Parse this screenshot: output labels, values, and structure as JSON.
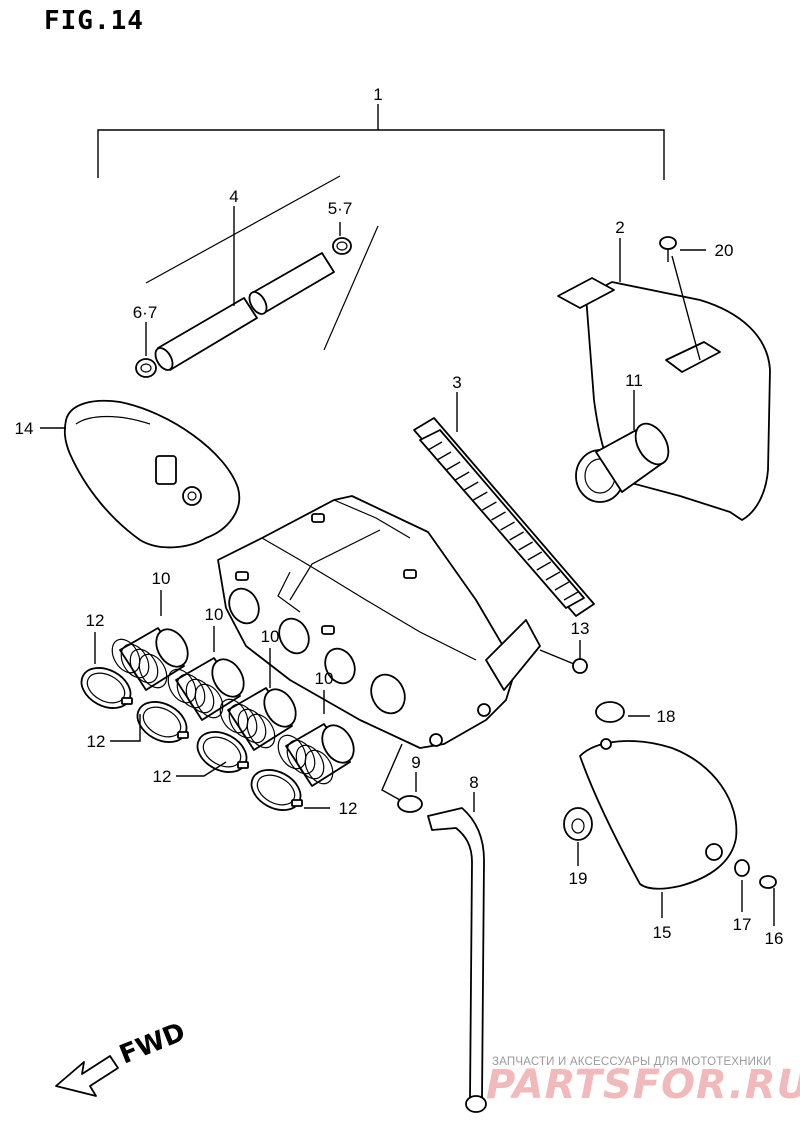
{
  "figure": {
    "title": "FIG.14",
    "direction_label": "FWD"
  },
  "callouts": [
    {
      "id": "c1",
      "text": "1"
    },
    {
      "id": "c2",
      "text": "2"
    },
    {
      "id": "c3",
      "text": "3"
    },
    {
      "id": "c4",
      "text": "4"
    },
    {
      "id": "c57",
      "text": "5·7"
    },
    {
      "id": "c67",
      "text": "6·7"
    },
    {
      "id": "c8",
      "text": "8"
    },
    {
      "id": "c9",
      "text": "9"
    },
    {
      "id": "c10a",
      "text": "10"
    },
    {
      "id": "c10b",
      "text": "10"
    },
    {
      "id": "c10c",
      "text": "10"
    },
    {
      "id": "c10d",
      "text": "10"
    },
    {
      "id": "c11",
      "text": "11"
    },
    {
      "id": "c12a",
      "text": "12"
    },
    {
      "id": "c12b",
      "text": "12"
    },
    {
      "id": "c12c",
      "text": "12"
    },
    {
      "id": "c12d",
      "text": "12"
    },
    {
      "id": "c13",
      "text": "13"
    },
    {
      "id": "c14",
      "text": "14"
    },
    {
      "id": "c15",
      "text": "15"
    },
    {
      "id": "c16",
      "text": "16"
    },
    {
      "id": "c17",
      "text": "17"
    },
    {
      "id": "c18",
      "text": "18"
    },
    {
      "id": "c19",
      "text": "19"
    },
    {
      "id": "c20",
      "text": "20"
    }
  ],
  "watermark": {
    "caption": "ЗАПЧАСТИ И АКСЕССУАРЫ ДЛЯ МОТОТЕХНИКИ",
    "logo": "PARTSFOR.RU"
  }
}
